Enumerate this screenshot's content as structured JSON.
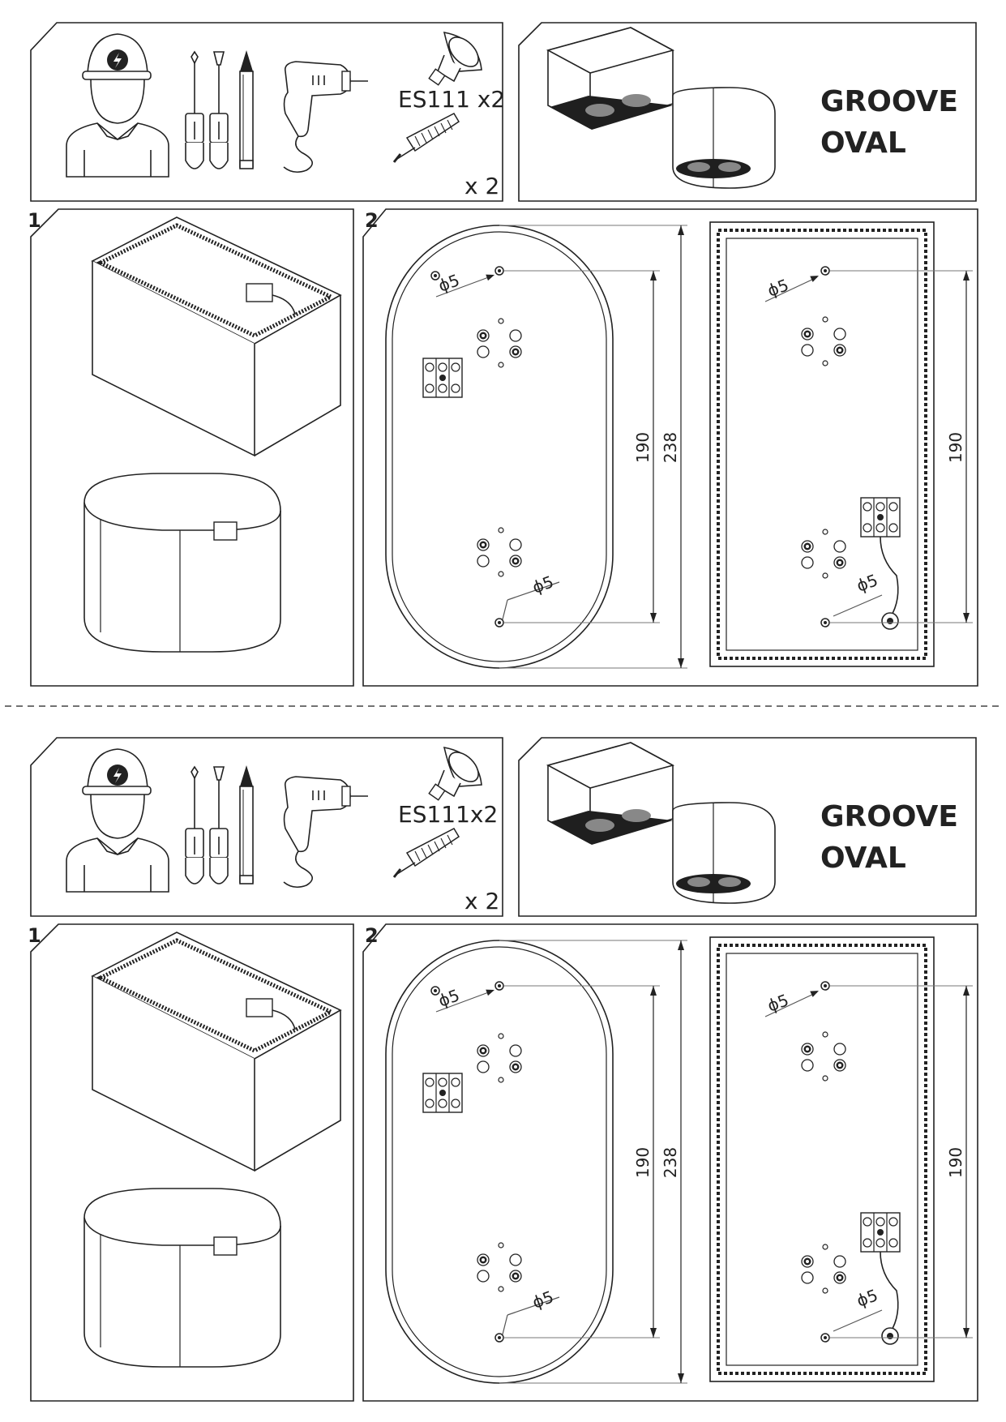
{
  "sheets": [
    {
      "bulb": {
        "label": "ES111 x2"
      },
      "anchors": {
        "label": "x 2"
      },
      "product": {
        "name1": "GROOVE",
        "name2": "OVAL"
      },
      "steps": {
        "step1": "1",
        "step2": "2"
      },
      "dims": {
        "phi_top": "ϕ5",
        "phi_bottom": "ϕ5",
        "phi_rect_top": "ϕ5",
        "phi_rect_bottom": "ϕ5",
        "oval_inner": "190",
        "oval_outer": "238",
        "rect_height": "190"
      }
    },
    {
      "bulb": {
        "label": "ES111x2"
      },
      "anchors": {
        "label": "x 2"
      },
      "product": {
        "name1": "GROOVE",
        "name2": "OVAL"
      },
      "steps": {
        "step1": "1",
        "step2": "2"
      },
      "dims": {
        "phi_top": "ϕ5",
        "phi_bottom": "ϕ5",
        "phi_rect_top": "ϕ5",
        "phi_rect_bottom": "ϕ5",
        "oval_inner": "190",
        "oval_outer": "238",
        "rect_height": "190"
      }
    }
  ]
}
